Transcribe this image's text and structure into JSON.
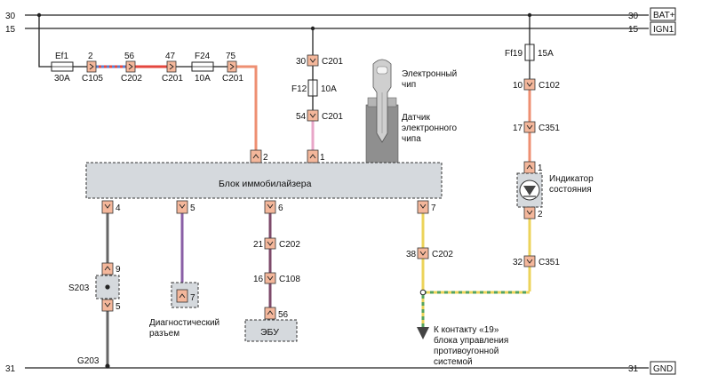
{
  "rails": {
    "bat_num_left": "30",
    "bat_num_right": "30",
    "bat_tag": "BAT+",
    "ign_num_left": "15",
    "ign_num_right": "15",
    "ign_tag": "IGN1",
    "gnd_num_left": "31",
    "gnd_num_right": "31",
    "gnd_tag": "GND"
  },
  "fuses": {
    "ef1_name": "Ef1",
    "ef1_rating": "30A",
    "f24_name": "F24",
    "f24_rating": "10A",
    "f12_name": "F12",
    "f12_rating": "10A",
    "ff19_name": "Ff19",
    "ff19_rating": "15A"
  },
  "connectors": {
    "c105_pin": "2",
    "c105": "C105",
    "c202a_pin": "56",
    "c202a": "C202",
    "c201a_pin": "47",
    "c201a": "C201",
    "c201b_pin": "75",
    "c201b": "C201",
    "c201c_pin": "30",
    "c201c": "C201",
    "c201d_pin": "54",
    "c201d": "C201",
    "c102_pin": "10",
    "c102": "C102",
    "c351a_pin": "17",
    "c351a": "C351",
    "c202b_pin": "21",
    "c202b": "C202",
    "c108_pin": "16",
    "c108": "C108",
    "c202c_pin": "38",
    "c202c": "C202",
    "c351b_pin": "32",
    "c351b": "C351"
  },
  "module": {
    "title": "Блок иммобилайзера",
    "pin_top_2": "2",
    "pin_top_1": "1",
    "pin_4": "4",
    "pin_5": "5",
    "pin_6": "6",
    "pin_7": "7"
  },
  "key": {
    "chip_label_1": "Электронный",
    "chip_label_2": "чип",
    "sensor_label_1": "Датчик",
    "sensor_label_2": "электронного",
    "sensor_label_3": "чипа"
  },
  "indicator": {
    "label_1": "Индикатор",
    "label_2": "состояния",
    "pin_1": "1",
    "pin_2": "2"
  },
  "splice": {
    "name": "S203",
    "pin_9": "9",
    "pin_5": "5",
    "ground": "G203"
  },
  "diag": {
    "pin": "7",
    "label_1": "Диагностический",
    "label_2": "разъем"
  },
  "ecu": {
    "pin": "56",
    "label": "ЭБУ"
  },
  "antitheft": {
    "line_1": "К контакту «19»",
    "line_2": "блока управления",
    "line_3": "противоугонной",
    "line_4": "системой"
  },
  "colors": {
    "wire_red": "#e4473f",
    "wire_salmon": "#ee8f72",
    "wire_pink": "#e8a6c8",
    "wire_purple": "#8a5fa6",
    "wire_plum": "#7d4a6a",
    "wire_grey": "#666666",
    "wire_yellow": "#ecd35a",
    "wire_green": "#56a35c"
  }
}
